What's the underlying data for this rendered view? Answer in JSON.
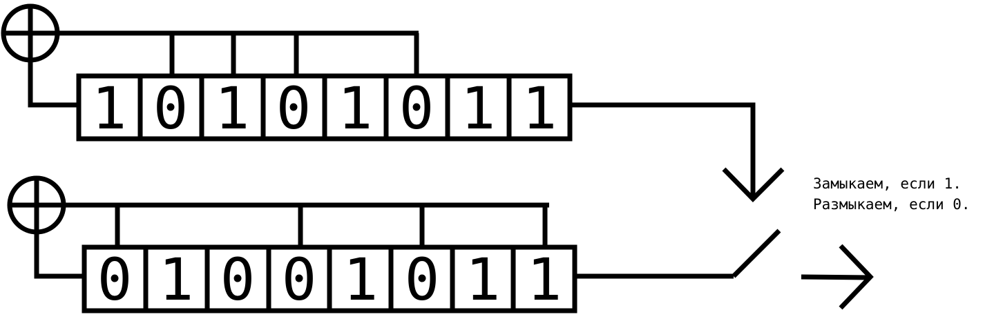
{
  "registers": [
    {
      "name": "register-1",
      "bits": [
        "1",
        "0",
        "1",
        "0",
        "1",
        "0",
        "1",
        "1"
      ]
    },
    {
      "name": "register-2",
      "bits": [
        "0",
        "1",
        "0",
        "0",
        "1",
        "0",
        "1",
        "1"
      ]
    }
  ],
  "note": {
    "line1": "Замыкаем, если 1.",
    "line2": "Размыкаем, если 0."
  },
  "icons": [
    "xor-icon",
    "xor-icon",
    "arrow-down-icon",
    "switch-icon",
    "arrow-right-icon"
  ],
  "colors": {
    "ink": "#000000",
    "background": "#ffffff"
  }
}
